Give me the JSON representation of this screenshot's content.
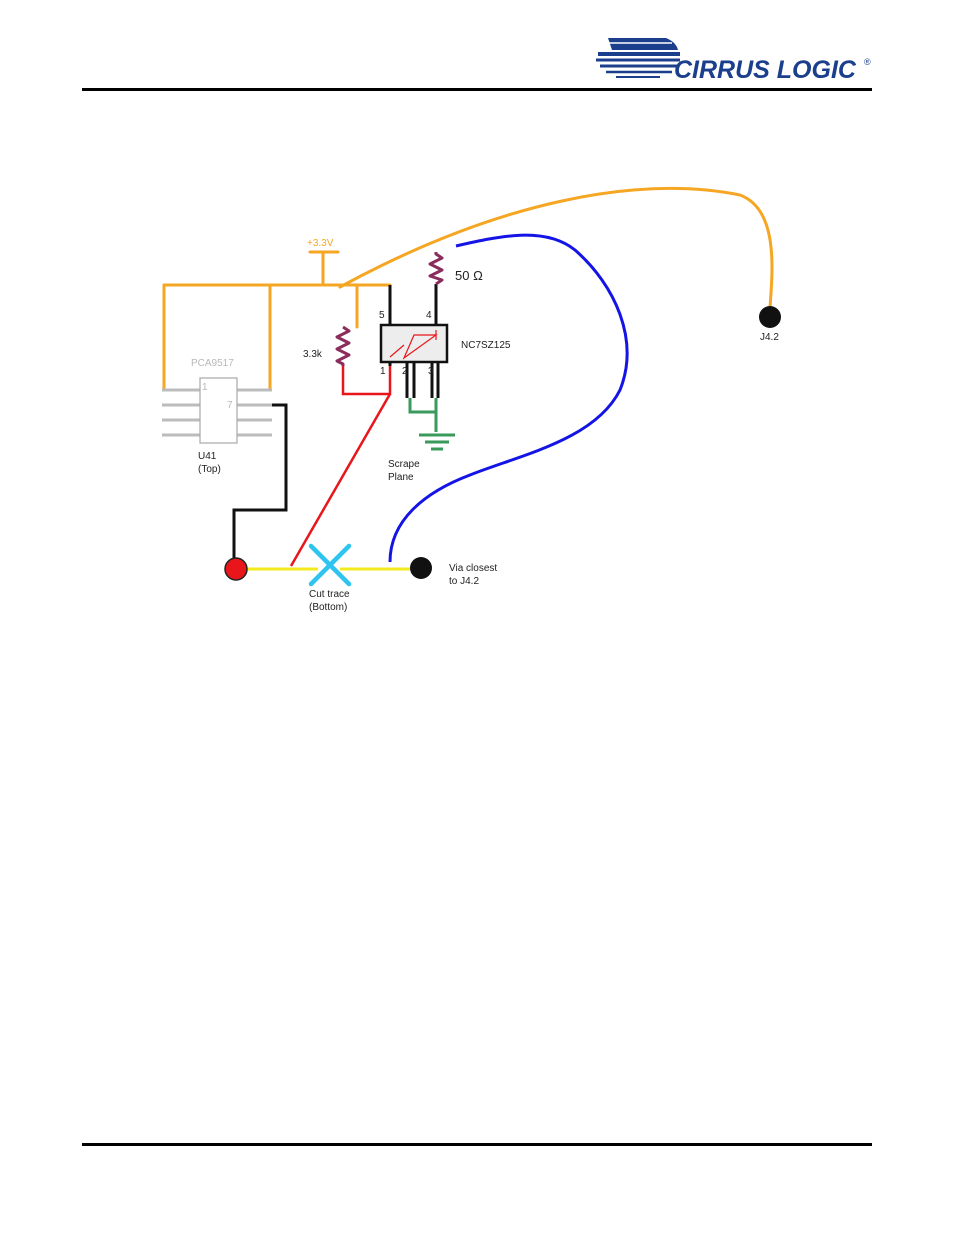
{
  "header": {
    "logo_text": "CIRRUS LOGIC",
    "logo_mark": "®"
  },
  "diagram": {
    "labels": {
      "supply": "+3.3V",
      "resistor_top": "50 Ω",
      "resistor_left": "3.3k",
      "buffer_part": "NC7SZ125",
      "buffer_pin1": "1",
      "buffer_pin2": "2",
      "buffer_pin3": "3",
      "buffer_pin4": "4",
      "buffer_pin5": "5",
      "mux_part": "PCA9517",
      "mux_pin1": "1",
      "mux_pin7": "7",
      "mux_ref_line1": "U41",
      "mux_ref_line2": "(Top)",
      "scrape_line1": "Scrape",
      "scrape_line2": "Plane",
      "cut_line1": "Cut trace",
      "cut_line2": "(Bottom)",
      "via_line1": "Via closest",
      "via_line2": "to J4.2",
      "jumper": "J4.2"
    },
    "colors": {
      "supply_wire": "#f5a623",
      "resistor": "#8b2d5c",
      "red_wire": "#e8161b",
      "blue_wire": "#1414e6",
      "trace": "#f2ea1c",
      "cut_mark": "#2ec4f0",
      "ground": "#3a9a5c",
      "chip_fill": "#ededed",
      "logo_blue": "#1b3f8c"
    }
  }
}
